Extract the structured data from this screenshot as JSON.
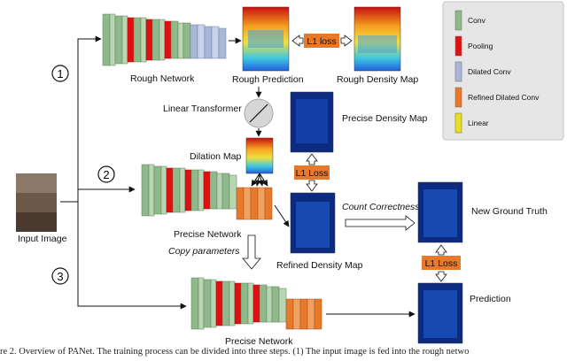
{
  "labels": {
    "input_image": "Input Image",
    "rough_network": "Rough Network",
    "rough_prediction": "Rough Prediction",
    "rough_density_map": "Rough Density Map",
    "linear_transformer": "Linear Transformer",
    "precise_density_map": "Precise Density Map",
    "dilation_map": "Dilation Map",
    "precise_network_top": "Precise Network",
    "refined_density_map": "Refined Density Map",
    "count_correctness": "Count Correctness",
    "new_ground_truth": "New Ground Truth",
    "copy_parameters": "Copy parameters",
    "prediction": "Prediction",
    "precise_network_bottom": "Precise Network"
  },
  "losses": {
    "top": "L1 loss",
    "middle": "L1 Loss",
    "right": "L1 Loss"
  },
  "steps": [
    "1",
    "2",
    "3"
  ],
  "legend": [
    {
      "label": "Conv",
      "color": "#8fb98a"
    },
    {
      "label": "Pooling",
      "color": "#e01010"
    },
    {
      "label": "Dilated Conv",
      "color": "#aab8d8"
    },
    {
      "label": "Refined Dilated Conv",
      "color": "#e8782a"
    },
    {
      "label": "Linear",
      "color": "#e8e020"
    }
  ],
  "caption": "re 2. Overview of PANet. The training process can be divided into three steps. (1) The input image is fed into the rough netwo"
}
